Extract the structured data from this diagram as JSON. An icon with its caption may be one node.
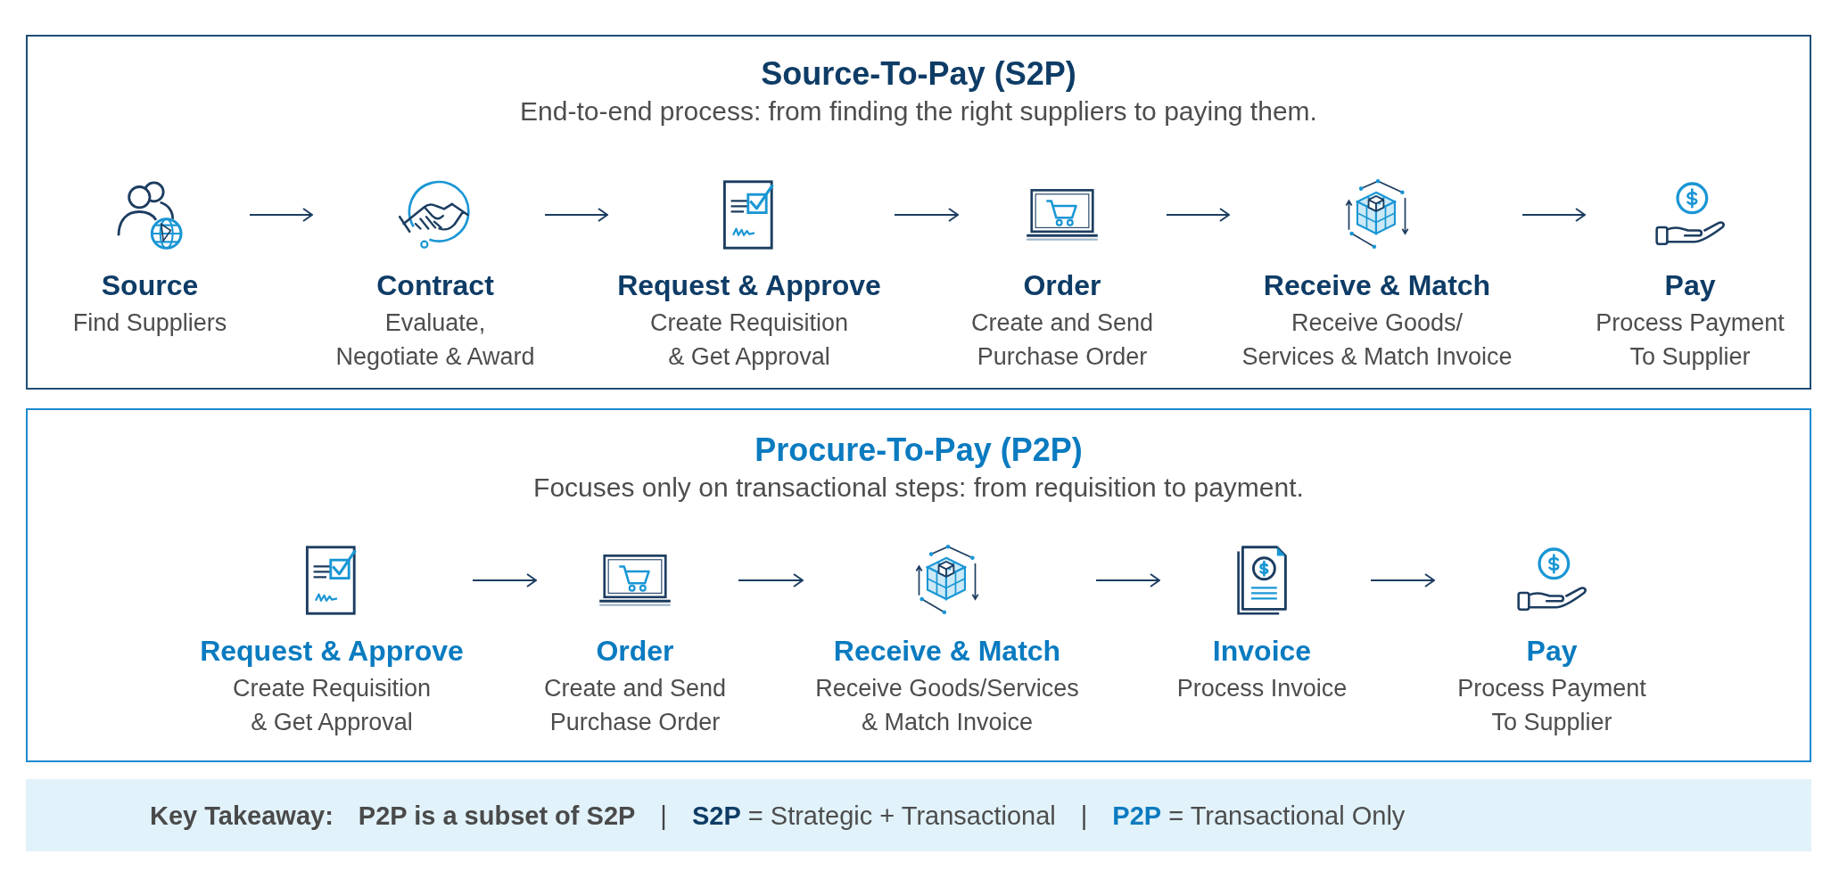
{
  "diagram": {
    "nodes": [
      {
        "text": [
          "Source-To-Pay (S2P)",
          "End-to-end process: from finding the right suppliers to paying them."
        ]
      },
      {
        "text": [
          "Source",
          "Find Suppliers"
        ],
        "in": 0
      },
      {
        "text": [
          "Contract",
          "Evaluate, Negotiate & Award"
        ],
        "in": 0
      },
      {
        "text": [
          "Request & Approve",
          "Create Requisition & Get Approval"
        ],
        "in": 0
      },
      {
        "text": [
          "Order",
          "Create and Send Purchase Order"
        ],
        "in": 0
      },
      {
        "text": [
          "Receive & Match",
          "Receive Goods/ Services & Match Invoice"
        ],
        "in": 0
      },
      {
        "text": [
          "Pay",
          "Process Payment To Supplier"
        ],
        "in": 0
      },
      {
        "text": [
          "Procure-To-Pay (P2P)",
          "Focuses only on transactional steps: from requisition to payment."
        ]
      },
      {
        "text": [
          "Request & Approve",
          "Create Requisition & Get Approval"
        ],
        "in": 7
      },
      {
        "text": [
          "Order",
          "Create and Send Purchase Order"
        ],
        "in": 7
      },
      {
        "text": [
          "Receive & Match",
          "Receive Goods/Services & Match Invoice"
        ],
        "in": 7
      },
      {
        "text": [
          "Invoice",
          "Process Invoice"
        ],
        "in": 7
      },
      {
        "text": [
          "Pay",
          "Process Payment To Supplier"
        ],
        "in": 7
      },
      {
        "text": [
          "Key Takeaway:",
          "P2P is a subset of S2P",
          "|",
          "**S2P** = Strategic + Transactional",
          "|",
          "**P2P** = Transactional Only"
        ]
      }
    ],
    "edges": [
      {
        "from": 1,
        "to": 2,
        "arrow": "to"
      },
      {
        "from": 2,
        "to": 3,
        "arrow": "to"
      },
      {
        "from": 3,
        "to": 4,
        "arrow": "to"
      },
      {
        "from": 4,
        "to": 5,
        "arrow": "to"
      },
      {
        "from": 5,
        "to": 6,
        "arrow": "to"
      },
      {
        "from": 8,
        "to": 9,
        "arrow": "to"
      },
      {
        "from": 9,
        "to": 10,
        "arrow": "to"
      },
      {
        "from": 10,
        "to": 11,
        "arrow": "to"
      },
      {
        "from": 11,
        "to": 12,
        "arrow": "to"
      }
    ]
  }
}
